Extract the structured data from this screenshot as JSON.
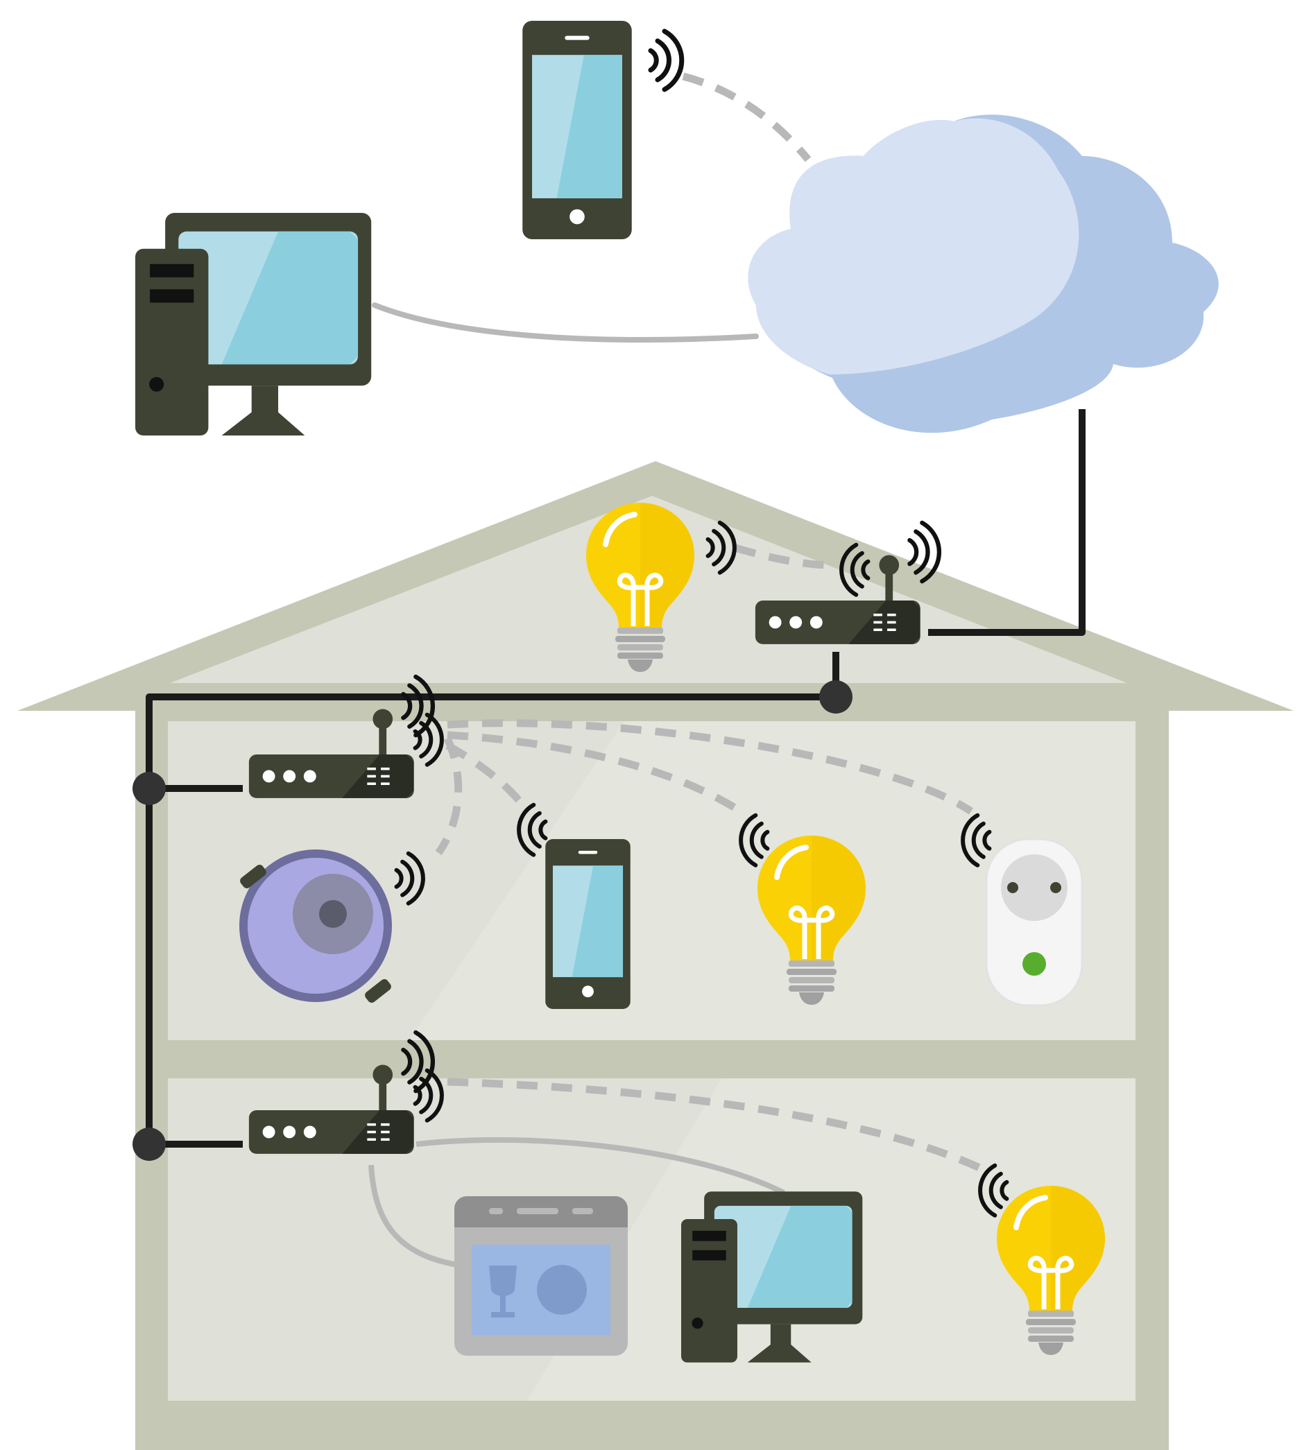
{
  "diagram": {
    "description_text": "",
    "colors": {
      "device_dark": "#3f4333",
      "screen_light": "#b2dde8",
      "screen_mid": "#8bcfdf",
      "cloud_light": "#d6e2f3",
      "cloud_shade": "#b0c6e6",
      "house_frame": "#c5c8b5",
      "house_wall": "#dfe0d8",
      "house_wall_light": "#e6e7e0",
      "bulb_yellow": "#fad105",
      "bulb_base": "#b5b5b5",
      "cable_black": "#1b1b1b",
      "cable_gray": "#b8b8b8",
      "wireless_dash": "#b8b8b8",
      "vacuum": "#aaa8e2",
      "vacuum_ring": "#6d6e9d",
      "plug_body": "#f5f5f5",
      "plug_led": "#58ad2f",
      "dishwasher": "#b8b8b8",
      "dishwasher_window": "#9ab6e3"
    },
    "nodes": [
      {
        "id": "cloud",
        "icon": "cloud-icon"
      },
      {
        "id": "remote-phone",
        "icon": "smartphone-icon",
        "wireless": true
      },
      {
        "id": "remote-desktop",
        "icon": "desktop-computer-icon"
      },
      {
        "id": "attic-router",
        "icon": "router-icon",
        "wireless": true
      },
      {
        "id": "attic-bulb",
        "icon": "light-bulb-icon",
        "wireless": true
      },
      {
        "id": "floor1-router",
        "icon": "router-icon",
        "wireless": true
      },
      {
        "id": "robot-vacuum",
        "icon": "robot-vacuum-icon",
        "wireless": true
      },
      {
        "id": "floor1-phone",
        "icon": "smartphone-icon",
        "wireless": true
      },
      {
        "id": "floor1-bulb",
        "icon": "light-bulb-icon",
        "wireless": true
      },
      {
        "id": "smart-plug",
        "icon": "smart-plug-icon",
        "wireless": true
      },
      {
        "id": "floor2-router",
        "icon": "router-icon",
        "wireless": true
      },
      {
        "id": "dishwasher",
        "icon": "dishwasher-icon"
      },
      {
        "id": "floor2-desktop",
        "icon": "desktop-computer-icon"
      },
      {
        "id": "floor2-bulb",
        "icon": "light-bulb-icon",
        "wireless": true
      }
    ],
    "edges": [
      {
        "from": "remote-phone",
        "to": "cloud",
        "style": "wireless"
      },
      {
        "from": "remote-desktop",
        "to": "cloud",
        "style": "gray-cable"
      },
      {
        "from": "cloud",
        "to": "attic-router",
        "style": "black-cable"
      },
      {
        "from": "attic-router",
        "to": "attic-bulb",
        "style": "wireless"
      },
      {
        "from": "attic-router",
        "to": "floor1-router",
        "style": "black-cable"
      },
      {
        "from": "attic-router",
        "to": "floor2-router",
        "style": "black-cable"
      },
      {
        "from": "floor1-router",
        "to": "robot-vacuum",
        "style": "wireless"
      },
      {
        "from": "floor1-router",
        "to": "floor1-phone",
        "style": "wireless"
      },
      {
        "from": "floor1-router",
        "to": "floor1-bulb",
        "style": "wireless"
      },
      {
        "from": "floor1-router",
        "to": "smart-plug",
        "style": "wireless"
      },
      {
        "from": "floor2-router",
        "to": "floor2-bulb",
        "style": "wireless"
      },
      {
        "from": "floor2-router",
        "to": "dishwasher",
        "style": "gray-cable"
      },
      {
        "from": "floor2-router",
        "to": "floor2-desktop",
        "style": "gray-cable"
      }
    ]
  }
}
